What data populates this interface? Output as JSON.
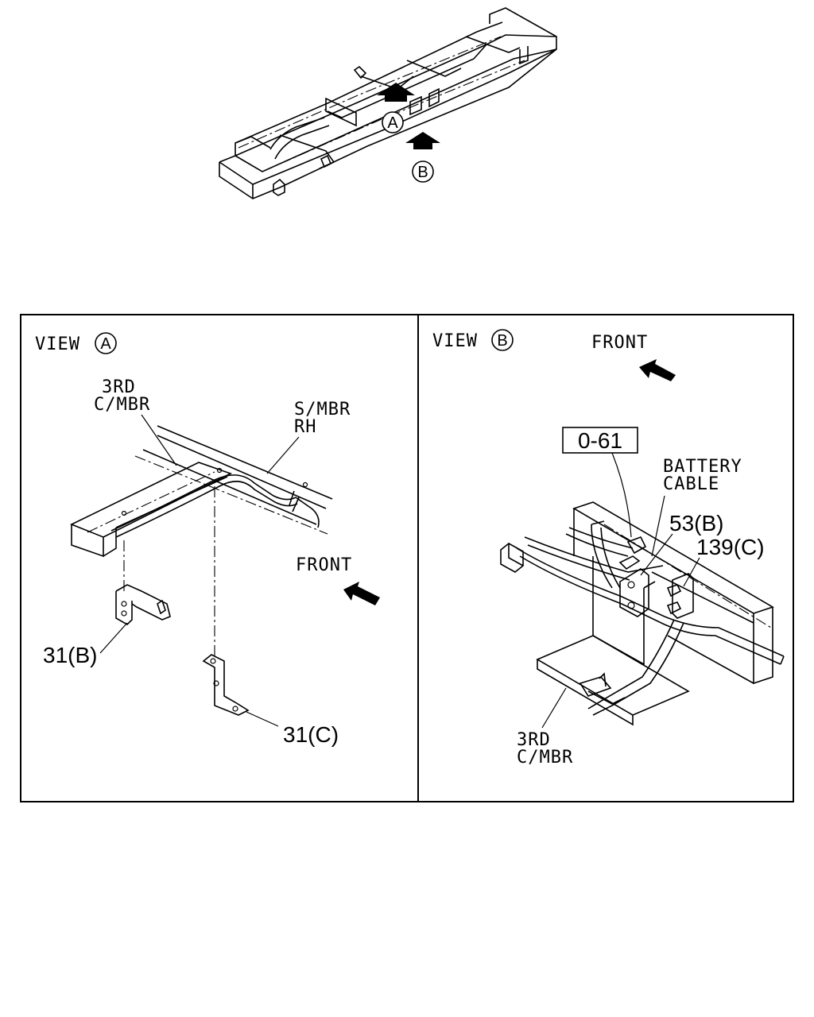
{
  "overview": {
    "callout_a": "A",
    "callout_b": "B"
  },
  "view_a": {
    "title_prefix": "VIEW",
    "title_callout": "A",
    "label_3rd_line1": "3RD",
    "label_3rd_line2": "C/MBR",
    "label_smbr_line1": "S/MBR",
    "label_smbr_line2": "RH",
    "front_label": "FRONT",
    "part_31b": "31(B)",
    "part_31c": "31(C)"
  },
  "view_b": {
    "title_prefix": "VIEW",
    "title_callout": "B",
    "front_label": "FRONT",
    "ref_box": "0-61",
    "battery_line1": "BATTERY",
    "battery_line2": "CABLE",
    "part_53b": "53(B)",
    "part_139c": "139(C)",
    "label_3rd_line1": "3RD",
    "label_3rd_line2": "C/MBR"
  },
  "colors": {
    "line": "#000000",
    "background": "#ffffff"
  }
}
